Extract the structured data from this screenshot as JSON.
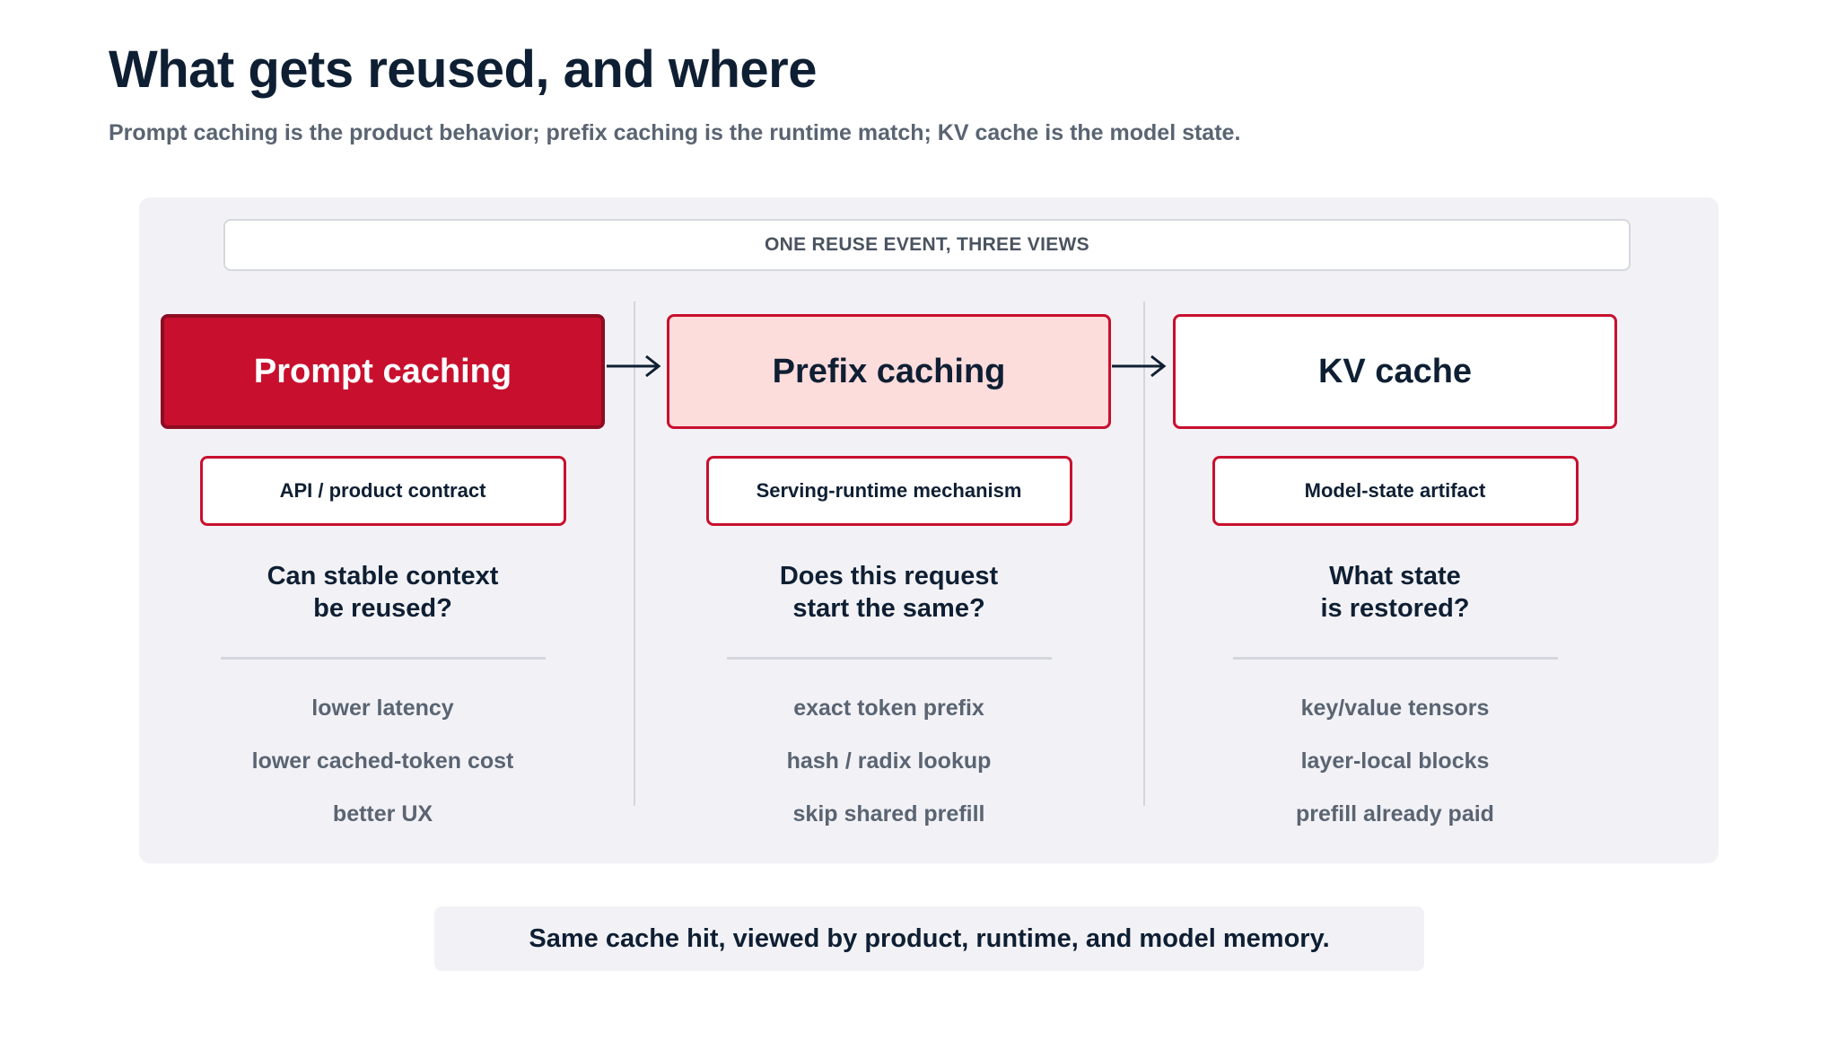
{
  "title": "What gets reused, and where",
  "subtitle": "Prompt caching is the product behavior; prefix caching is the runtime match; KV cache is the model state.",
  "banner": "ONE REUSE EVENT, THREE VIEWS",
  "columns": [
    {
      "heading": "Prompt caching",
      "tag": "API / product contract",
      "question_line1": "Can stable context",
      "question_line2": "be reused?",
      "points": [
        "lower latency",
        "lower cached-token cost",
        "better UX"
      ]
    },
    {
      "heading": "Prefix caching",
      "tag": "Serving-runtime mechanism",
      "question_line1": "Does this request",
      "question_line2": "start the same?",
      "points": [
        "exact token prefix",
        "hash / radix lookup",
        "skip shared prefill"
      ]
    },
    {
      "heading": "KV cache",
      "tag": "Model-state artifact",
      "question_line1": "What state",
      "question_line2": "is restored?",
      "points": [
        "key/value tensors",
        "layer-local blocks",
        "prefill already paid"
      ]
    }
  ],
  "footer": "Same cache hit, viewed by product, runtime, and model memory.",
  "colors": {
    "accent": "#c8102e",
    "accent_dark": "#8e0c22",
    "accent_light": "#fddcdc",
    "ink": "#0f1f33",
    "muted": "#5a6472",
    "panel": "#f2f2f6"
  }
}
